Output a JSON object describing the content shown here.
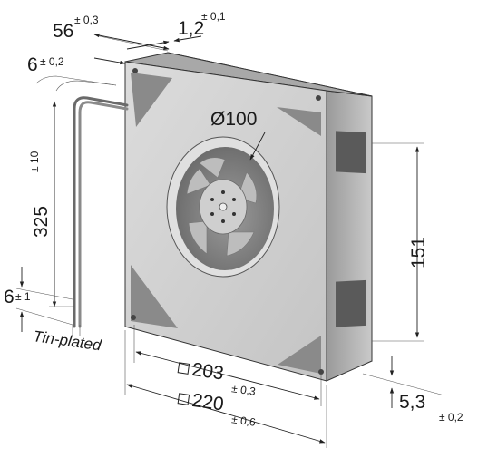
{
  "dimensions": {
    "fan_depth": {
      "value": "56",
      "tolerance": "± 0,3"
    },
    "flange_thickness": {
      "value": "1,2",
      "tolerance": "± 0,1"
    },
    "wire_offset": {
      "value": "6",
      "tolerance": "± 0,2"
    },
    "lead_length": {
      "value": "325",
      "tolerance": "± 10"
    },
    "lead_strip": {
      "value": "6",
      "tolerance": "± 1"
    },
    "inlet_diameter": {
      "value": "Ø100"
    },
    "hole_spacing": {
      "prefix": "□",
      "value": "203",
      "tolerance": "± 0,3"
    },
    "housing_width": {
      "prefix": "□",
      "value": "220",
      "tolerance": "± 0,6"
    },
    "height": {
      "value": "151"
    },
    "hole_diameter": {
      "value": "5,3",
      "tolerance": "± 0,2"
    }
  },
  "lead_finish": "Tin-plated"
}
